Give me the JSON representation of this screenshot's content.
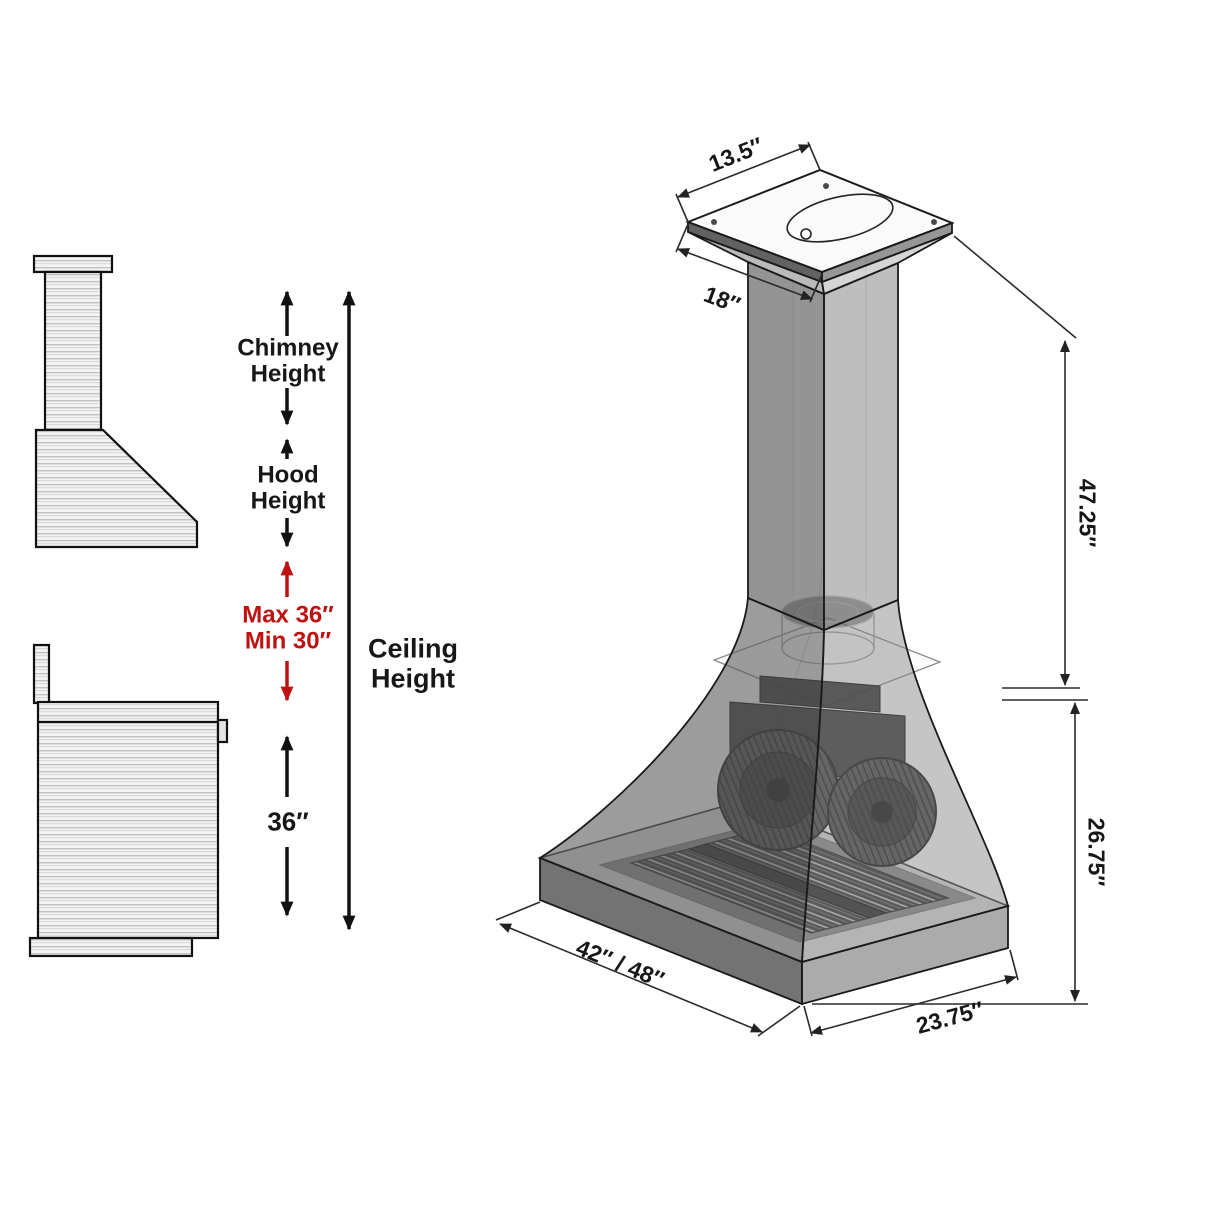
{
  "figure": {
    "type": "range-hood-installation-dimensions-diagram",
    "left": {
      "chimney_height": "Chimney Height",
      "hood_height": "Hood Height",
      "mounting_range": "Max 36″ Min 30″",
      "ceiling_height": "Ceiling Height",
      "range_to_hood": "36″"
    },
    "hood": {
      "chimney_top_depth": "13.5″",
      "chimney_top_width": "18″",
      "upper_section_height": "47.25″",
      "hood_body_height": "26.75″",
      "hood_width": "42″ / 48″",
      "hood_depth": "23.75″"
    },
    "colors": {
      "line_black": "#171717",
      "accent_red": "#bf1111",
      "steel_light": "#f3f3f3",
      "smoked_glass": "#6f6f6f"
    }
  }
}
